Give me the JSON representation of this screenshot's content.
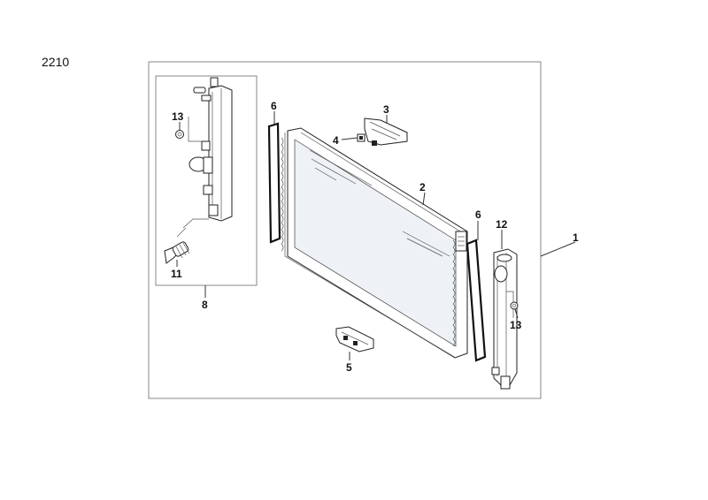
{
  "page_code": "2210",
  "callouts": {
    "c1": "1",
    "c2": "2",
    "c3": "3",
    "c4": "4",
    "c5": "5",
    "c6a": "6",
    "c6b": "6",
    "c8": "8",
    "c11": "11",
    "c12": "12",
    "c13a": "13",
    "c13b": "13"
  }
}
